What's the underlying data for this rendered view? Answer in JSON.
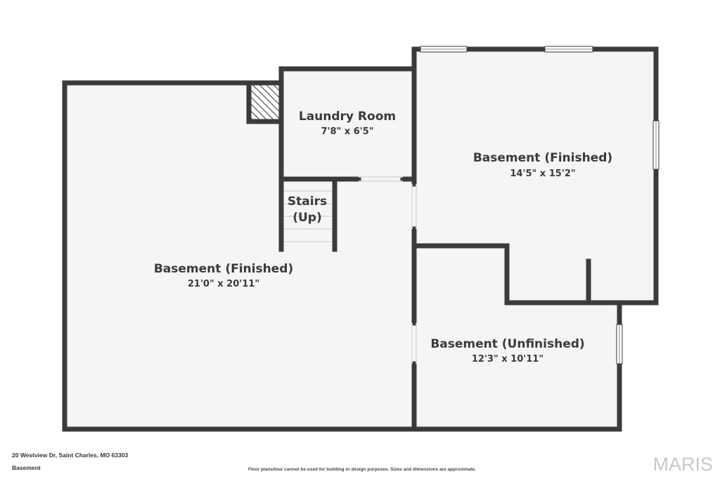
{
  "rooms": {
    "basement_left": {
      "name": "Basement (Finished)",
      "dims": "21'0\" x 20'11\""
    },
    "laundry": {
      "name": "Laundry Room",
      "dims": "7'8\" x 6'5\""
    },
    "stairs": {
      "line1": "Stairs",
      "line2": "(Up)"
    },
    "basement_right": {
      "name": "Basement (Finished)",
      "dims": "14'5\" x 15'2\""
    },
    "basement_unfinished": {
      "name": "Basement (Unfinished)",
      "dims": "12'3\" x 10'11\""
    }
  },
  "footer": {
    "address": "20 Westview Dr, Saint Charles, MO 63303",
    "level": "Basement",
    "disclaimer": "Floor plans/tour cannot be used for building or design purposes. Sizes and dimensions are approximate.",
    "brand": "MARIS"
  },
  "colors": {
    "wall": "#3b3b3b",
    "floor": "#f5f5f5",
    "window": "#ffffff"
  }
}
